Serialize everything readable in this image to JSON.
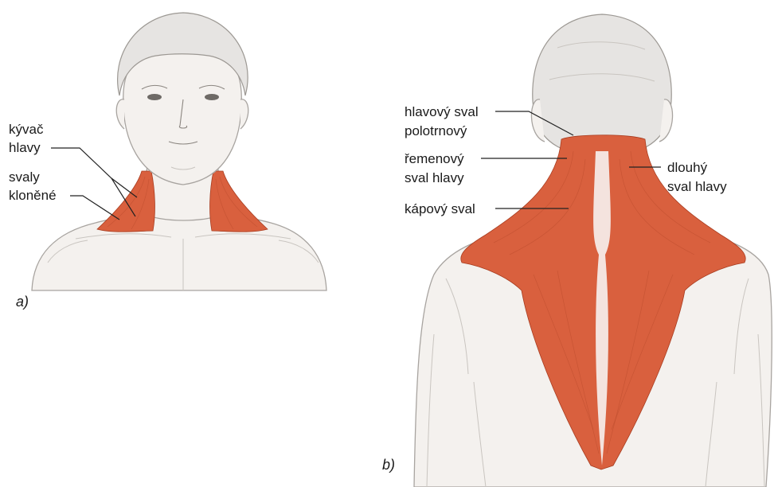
{
  "colors": {
    "muscle": "#d9603e",
    "muscle_dark": "#c04a2a",
    "skin": "#f4f1ee",
    "outline": "#a8a4a0",
    "label": "#1a1a1a"
  },
  "panel_a": {
    "letter": "a)",
    "labels": {
      "kyvac_line1": "kývač",
      "kyvac_line2": "hlavy",
      "svaly_line1": "svaly",
      "svaly_line2": "kloněné"
    }
  },
  "panel_b": {
    "letter": "b)",
    "labels": {
      "hlavovy_line1": "hlavový sval",
      "hlavovy_line2": "polotrnový",
      "remenovy_line1": "řemenový",
      "remenovy_line2": "sval hlavy",
      "kapovy": "kápový sval",
      "dlouhy_line1": "dlouhý",
      "dlouhy_line2": "sval hlavy"
    }
  }
}
